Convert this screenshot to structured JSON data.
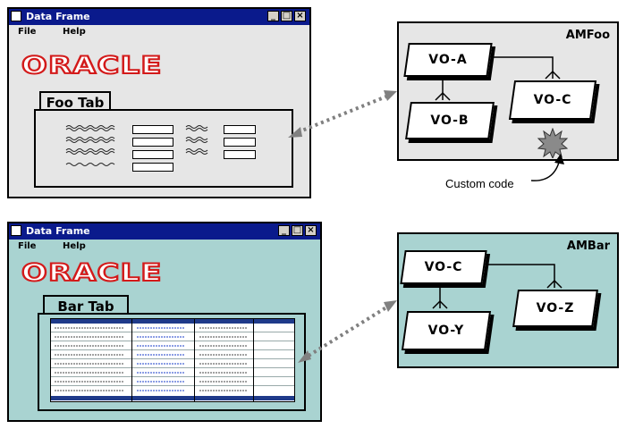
{
  "window_top": {
    "title": "Data Frame",
    "menu": [
      "File",
      "Help"
    ],
    "logo": "ORACLE",
    "tab_label": "Foo Tab"
  },
  "window_bottom": {
    "title": "Data Frame",
    "menu": [
      "File",
      "Help"
    ],
    "logo": "ORACLE",
    "tab_label": "Bar Tab"
  },
  "am_top": {
    "name": "AMFoo",
    "vos": [
      "VO-A",
      "VO-B",
      "VO-C"
    ],
    "custom_code_label": "Custom code"
  },
  "am_bottom": {
    "name": "AMBar",
    "vos": [
      "VO-C",
      "VO-Y",
      "VO-Z"
    ]
  },
  "colors": {
    "window_bg_top": "#e6e6e6",
    "window_bg_bottom": "#a9d3d1",
    "am_bg_top": "#e6e6e6",
    "am_bg_bottom": "#a9d3d1",
    "title_bar": "#0a1a8c",
    "oracle_red": "#d31a1a",
    "connector": "#808080"
  }
}
